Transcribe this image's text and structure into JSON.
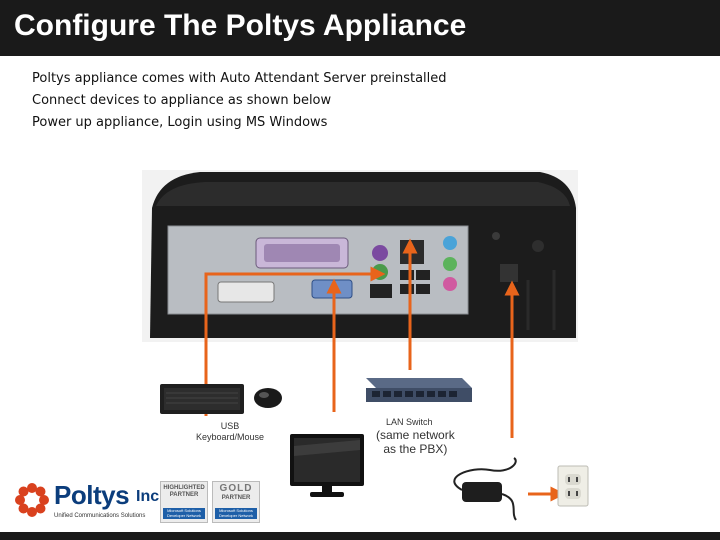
{
  "slide": {
    "title": "Configure The Poltys Appliance",
    "bullets": [
      "Poltys appliance comes with Auto Attendant Server preinstalled",
      "Connect  devices to appliance  as shown below",
      "Power up appliance, Login using MS Windows"
    ]
  },
  "labels": {
    "usb_line1": "USB",
    "usb_line2": "Keyboard/Mouse",
    "lan_switch": "LAN Switch",
    "network_line1": "(same network",
    "network_line2": "as the PBX)"
  },
  "logo": {
    "name": "Poltys",
    "suffix": "Inc.",
    "tagline": "Unified Communications Solutions",
    "badge_highlighted_title": "HIGHLIGHTED PARTNER",
    "badge_highlighted_sub": "Microsoft Solutions Developer Network",
    "badge_gold_title": "GOLD",
    "badge_gold_sub": "PARTNER",
    "badge_gold_bottom": "Microsoft Solutions Developer Network"
  },
  "colors": {
    "arrow": "#e8641b",
    "title_bar": "#1a1a1a",
    "brand_blue": "#0b3d7c",
    "logo_orange": "#d9411e"
  },
  "icons": [
    "computer-appliance-icon",
    "keyboard-icon",
    "mouse-icon",
    "network-switch-icon",
    "monitor-icon",
    "power-adapter-icon",
    "wall-outlet-icon",
    "poltys-logo-icon"
  ]
}
